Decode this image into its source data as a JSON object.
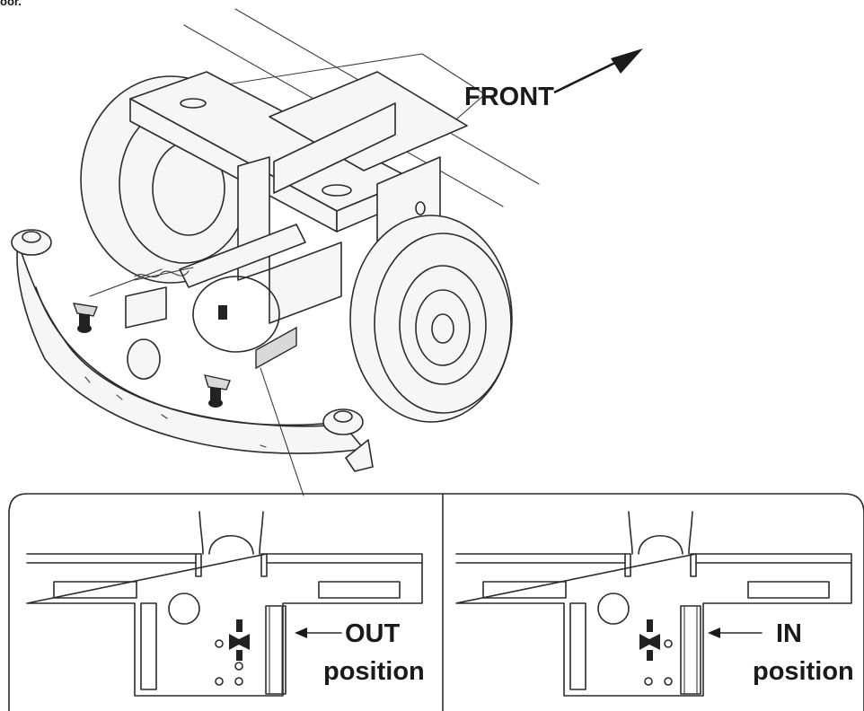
{
  "caption_fragment": "oor.",
  "direction_label": "FRONT",
  "detail_panels": [
    {
      "state_word": "OUT",
      "position_word": "position"
    },
    {
      "state_word": "IN",
      "position_word": "position"
    }
  ],
  "colors": {
    "line": "#2b2b2b",
    "background": "#ffffff"
  }
}
